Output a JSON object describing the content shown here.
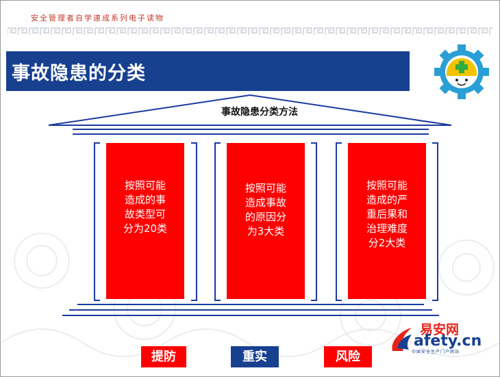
{
  "header": {
    "series_text": "安全管理者自学速成系列电子读物"
  },
  "title": "事故隐患的分类",
  "pediment_label": "事故隐患分类方法",
  "pillars": [
    {
      "text": "按照可能造成的事故类型可分为20类"
    },
    {
      "text": "按照可能造成事故的原因分为3大类"
    },
    {
      "text": "按照可能造成的严重后果和治理难度分2大类"
    }
  ],
  "bottom_labels": [
    "提防",
    "重实",
    "风险"
  ],
  "brand": {
    "name_cn": "易安网",
    "name_en": "afety.cn",
    "tagline": "中国安全生产门户网站"
  },
  "colors": {
    "title_bar": "#17408f",
    "pillar": "#ff0000",
    "line_blue": "#1a3a9e"
  }
}
